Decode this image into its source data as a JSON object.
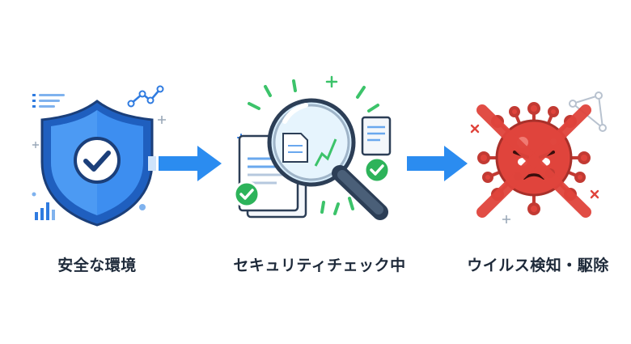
{
  "steps": [
    {
      "label": "安全な環境",
      "icon": "shield-check-icon"
    },
    {
      "label": "セキュリティチェック中",
      "icon": "magnifier-documents-icon"
    },
    {
      "label": "ウイルス検知・駆除",
      "icon": "crossed-virus-icon"
    }
  ],
  "connectors": [
    "arrow-right-icon",
    "arrow-right-icon"
  ],
  "colors": {
    "shield_blue": "#2f7be0",
    "arrow_blue": "#2b8cf0",
    "check_green": "#2db35a",
    "virus_red": "#e0443c",
    "text": "#1e2a3a"
  }
}
